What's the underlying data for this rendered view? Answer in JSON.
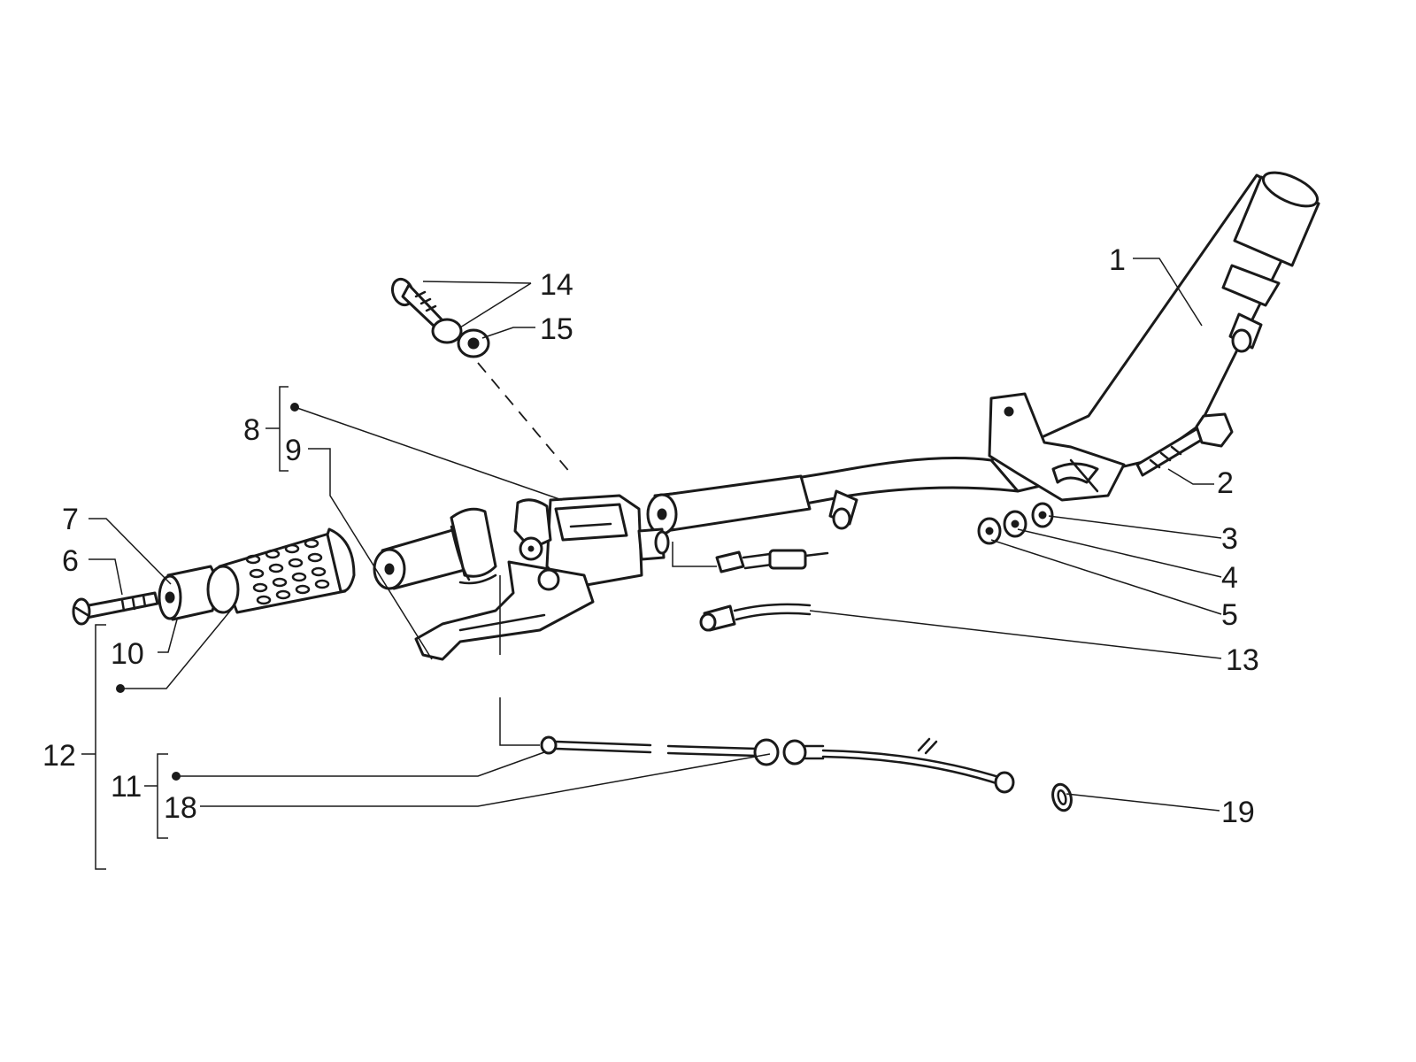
{
  "callouts": [
    {
      "id": "1",
      "text": "1"
    },
    {
      "id": "2",
      "text": "2"
    },
    {
      "id": "3",
      "text": "3"
    },
    {
      "id": "4",
      "text": "4"
    },
    {
      "id": "5",
      "text": "5"
    },
    {
      "id": "6",
      "text": "6"
    },
    {
      "id": "7",
      "text": "7"
    },
    {
      "id": "8",
      "text": "8"
    },
    {
      "id": "9",
      "text": "9"
    },
    {
      "id": "10",
      "text": "10"
    },
    {
      "id": "11",
      "text": "11"
    },
    {
      "id": "12",
      "text": "12"
    },
    {
      "id": "13",
      "text": "13"
    },
    {
      "id": "14",
      "text": "14"
    },
    {
      "id": "15",
      "text": "15"
    },
    {
      "id": "18",
      "text": "18"
    },
    {
      "id": "19",
      "text": "19"
    }
  ],
  "colors": {
    "line": "#1a1a1a",
    "background": "#ffffff"
  }
}
